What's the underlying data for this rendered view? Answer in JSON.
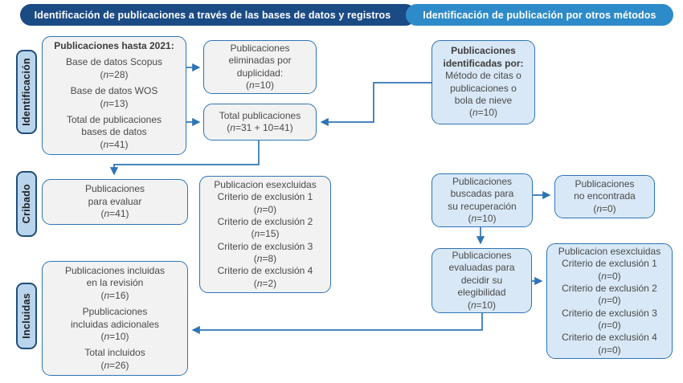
{
  "header": {
    "left": "Identificación de publicaciones a través de las bases de datos y registros",
    "right": "Identificación de publicación por otros métodos"
  },
  "stages": {
    "identification": "Identificación",
    "screening": "Cribado",
    "included": "Incluidas"
  },
  "boxes": {
    "databases": {
      "title": "Publicaciones hasta 2021:",
      "items": [
        {
          "text": "Base de datos Scopus",
          "count": "(n=28)"
        },
        {
          "text": "Base de datos WOS",
          "count": "(n=13)"
        },
        {
          "text": "Total de publicaciones\nbases de datos",
          "count": "(n=41)"
        }
      ]
    },
    "duplicates_removed": {
      "text": "Publicaciones\neliminadas por\nduplicidad:",
      "count": "(n=10)"
    },
    "total_publications": {
      "text": "Total publicaciones",
      "count": "(n=31 + 10=41)"
    },
    "identified_other": {
      "title": "Publicaciones\nidentificadas por:",
      "text": "Método de citas o\npublicaciones o\nbola de nieve",
      "count": "(n=10)"
    },
    "to_screen": {
      "text": "Publicaciones\npara evaluar",
      "count": "(n=41)"
    },
    "excluded_screening": {
      "title": "Publicacion esexcluidas",
      "items": [
        {
          "text": "Criterio de exclusión 1",
          "count": "(n=0)"
        },
        {
          "text": "Criterio de exclusión 2",
          "count": "(n=15)"
        },
        {
          "text": "Criterio de exclusión 3",
          "count": "(n=8)"
        },
        {
          "text": "Criterio de exclusión 4",
          "count": "(n=2)"
        }
      ]
    },
    "sought_retrieval": {
      "text": "Publicaciones\nbuscadas para\nsu recuperación",
      "count": "(n=10)"
    },
    "not_retrieved": {
      "text": "Publicaciones\nno encontrada",
      "count": "(n=0)"
    },
    "assessed_eligibility": {
      "text": "Publicaciones\nevaluadas para\ndecidir su\nelegibilidad",
      "count": "(n=10)"
    },
    "excluded_eligibility": {
      "title": "Publicacion esexcluidas",
      "items": [
        {
          "text": "Criterio de exclusión 1",
          "count": "(n=0)"
        },
        {
          "text": "Criterio de exclusión 2",
          "count": "(n=0)"
        },
        {
          "text": "Criterio de exclusión 3",
          "count": "(n=0)"
        },
        {
          "text": "Criterio de exclusión 4",
          "count": "(n=0)"
        }
      ]
    },
    "included": {
      "items": [
        {
          "text": "Publicaciones incluidas\nen la revisión",
          "count": "(n=16)"
        },
        {
          "text": "Ppublicaciones\nincluidas adicionales",
          "count": "(n=10)"
        },
        {
          "text": "Total incluidos",
          "count": "(n=26)"
        }
      ]
    }
  },
  "colors": {
    "header_dark": "#1a4b85",
    "header_light": "#2e8bc9",
    "box_border": "#2e74b5",
    "arrow": "#2e74b5",
    "gray_fill": "#f2f2f2",
    "blue_fill": "#d8e8f6",
    "stage_fill": "#b9d5ed",
    "stage_border": "#1f4e79"
  }
}
